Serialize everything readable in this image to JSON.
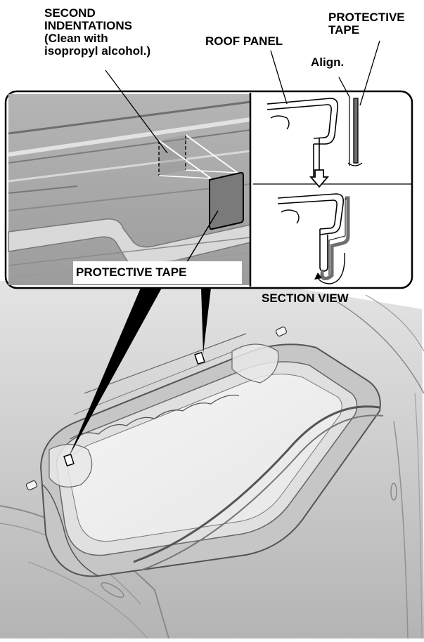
{
  "labels": {
    "second_indentations": "SECOND\nINDENTATIONS\n(Clean with\nisopropyl alcohol.)",
    "roof_panel": "ROOF PANEL",
    "protective_tape_top": "PROTECTIVE\nTAPE",
    "align": "Align.",
    "protective_tape_inset": "PROTECTIVE TAPE",
    "section_view": "SECTION VIEW"
  },
  "colors": {
    "inset_bg": "#a6a6a6",
    "roof": "#cfcfcf",
    "tape": "#7a7a7a",
    "outline": "#000000"
  }
}
